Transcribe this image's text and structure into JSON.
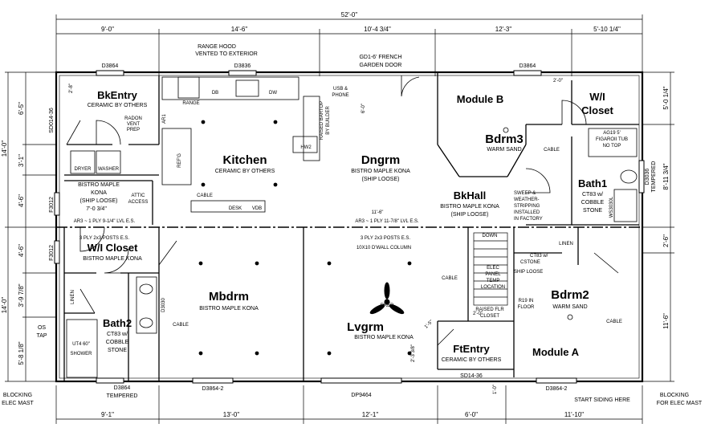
{
  "dimensions": {
    "overall": "52'-0\"",
    "top": [
      "9'-0\"",
      "14'-6\"",
      "10'-4 3/4\"",
      "12'-3\"",
      "5'-10 1/4\""
    ],
    "bottom": [
      "9'-1\"",
      "13'-0\"",
      "12'-1\"",
      "6'-0\"",
      "11'-10\""
    ],
    "left_overall": [
      "14'-0\"",
      "14'-0\""
    ],
    "left_top": [
      "6'-5\"",
      "3'-1\"",
      "4'-6\""
    ],
    "left_bottom": [
      "4'-6\"",
      "3'-9 7/8\"",
      "5'-8 1/8\""
    ],
    "right_top": [
      "5'-0 1/4\"",
      "8'-11 3/4\""
    ],
    "right_bottom": [
      "2'-6\"",
      "11'-6\""
    ],
    "misc": [
      "2'-8\"",
      "2'-0\"",
      "2'-0\"",
      "6'-0\"",
      "11'-6\"",
      "1'-5\"",
      "2'-3 3/8\"",
      "1'-0\"",
      "7'-0 3/4\""
    ]
  },
  "rooms": {
    "bkentry": {
      "name": "BkEntry",
      "finish": "CERAMIC BY OTHERS"
    },
    "kitchen": {
      "name": "Kitchen",
      "finish": "CERAMIC BY OTHERS"
    },
    "dngrm": {
      "name": "Dngrm",
      "finish": "BISTRO MAPLE KONA",
      "note": "(SHIP LOOSE)"
    },
    "module_b": {
      "name": "Module B"
    },
    "wi_closet_top": {
      "name": "W/I",
      "name2": "Closet"
    },
    "bdrm3": {
      "name": "Bdrm3",
      "finish": "WARM SAND"
    },
    "bath1": {
      "name": "Bath1",
      "finish": [
        "CT83 w/",
        "COBBLE",
        "STONE"
      ]
    },
    "bkhall": {
      "name": "BkHall",
      "finish": "BISTRO MAPLE KONA",
      "note": "(SHIP LOOSE)"
    },
    "wi_closet_bottom": {
      "name": "W/I Closet",
      "finish": "BISTRO MAPLE KONA"
    },
    "mbdrm": {
      "name": "Mbdrm",
      "finish": "BISTRO MAPLE KONA"
    },
    "lvgrm": {
      "name": "Lvgrm",
      "finish": "BISTRO MAPLE KONA"
    },
    "bath2": {
      "name": "Bath2",
      "finish": [
        "CT83 w/",
        "COBBLE",
        "STONE"
      ]
    },
    "ftentry": {
      "name": "FtEntry",
      "finish": "CERAMIC BY OTHERS"
    },
    "bdrm2": {
      "name": "Bdrm2",
      "finish": "WARM SAND"
    },
    "module_a": {
      "name": "Module A"
    }
  },
  "windows": {
    "bkentry": "D3864",
    "kitchen": "D3836",
    "bdrm3": "D3864",
    "mbdrm": "D3864-2",
    "lvgrm": "DP9464",
    "bdrm2": "D3864-2",
    "bath2": "D3864",
    "bath2_note": "TEMPERED",
    "bath1": "D3036",
    "bath1_note": "TEMPERED"
  },
  "doors": {
    "french": "GD1-6' FRENCH",
    "french_note": "GARDEN DOOR",
    "front": "SD14-36",
    "back": "SD014-36"
  },
  "walls_side": [
    "F3012",
    "F3012"
  ],
  "notes": {
    "range_hood": "RANGE HOOD",
    "range_hood2": "VENTED TO EXTERIOR",
    "range": "RANGE",
    "db": "DB",
    "dw": "DW",
    "usb": "USB &",
    "phone": "PHONE",
    "raised_bartop": "RAISED BARTOP",
    "by_builder": "BY BUILDER",
    "hw2": "HW2",
    "ref": "REF'G",
    "ar1": "AR1",
    "desk": "DESK",
    "vdb": "VDB",
    "cable": "CABLE",
    "radon": "RADON",
    "radon2": "VENT",
    "radon3": "PREP",
    "dryer": "DRYER",
    "washer": "WASHER",
    "bistro_ship": "BISTRO MAPLE",
    "bistro_ship2": "KONA",
    "bistro_ship3": "(SHIP LOOSE)",
    "attic": "ATTIC",
    "attic2": "ACCESS",
    "ar3_left": "AR3 ~ 1 PLY 9-1/4\" LVL E.S.",
    "ar3_right": "AR3 ~ 1 PLY 11-7/8\" LVL E.S.",
    "posts_left": "3 PLY 2x3 POSTS E.S.",
    "posts_right": "3 PLY 2x3 POSTS E.S.",
    "column": "10X10 D'WALL COLUMN",
    "ag19": "AG19 5'",
    "figaroii": "FIGAROII TUB",
    "no_top": "NO TOP",
    "sweep": "SWEEP &",
    "weather": "WEATHER-",
    "stripping": "STRIPPING",
    "installed": "INSTALLED",
    "factory": "IN FACTORY",
    "down": "DOWN",
    "linen": "LINEN",
    "ct83_cstone": "CT83 w/",
    "cstone": "CSTONE",
    "ship_loose": "SHIP LOOSE",
    "elec": "ELEC",
    "panel": "PANEL",
    "temp": "TEMP",
    "location": "LOCATION",
    "raised_flr": "RAISED FLR",
    "closet": "CLOSET",
    "r19": "R19 IN",
    "floor": "FLOOR",
    "prep": "PREP",
    "ut4": "UT4 60\"",
    "shower": "SHOWER",
    "os_tap": "OS",
    "os_tap2": "TAP",
    "blocking_left": "BLOCKING",
    "blocking_left2": "ELEC MAST",
    "blocking_right": "BLOCKING",
    "blocking_right2": "FOR ELEC MAST",
    "start_siding": "START SIDING HERE",
    "d3030": "D3030",
    "ws3030": "WS3030L",
    "linen_bath2": "LINEN"
  }
}
